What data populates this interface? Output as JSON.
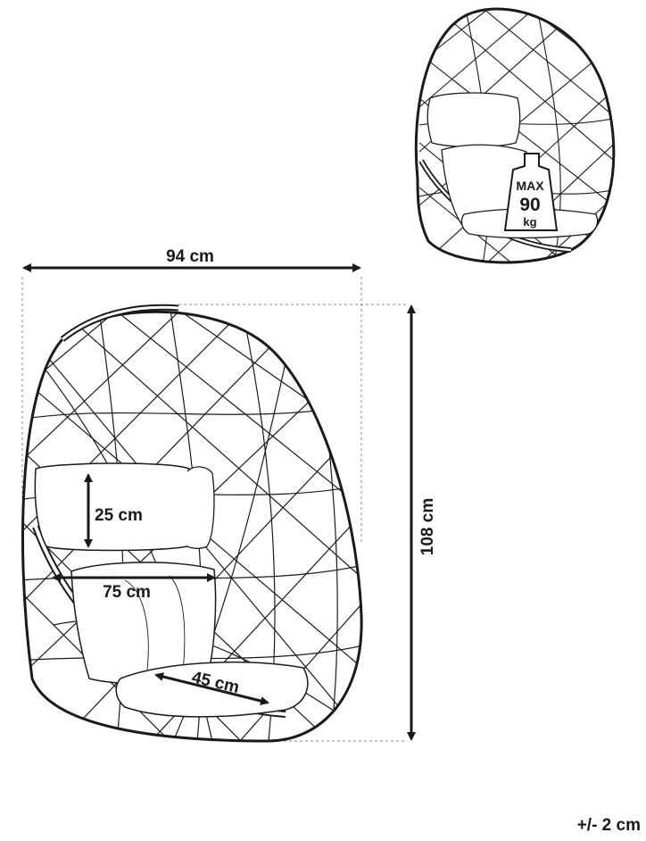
{
  "dimensions": {
    "width": "94 cm",
    "height": "108 cm",
    "cushion_height": "25 cm",
    "seat_width": "75 cm",
    "seat_depth": "45 cm"
  },
  "weight_badge": {
    "label": "MAX",
    "value": "90",
    "unit": "kg"
  },
  "tolerance": "+/- 2 cm",
  "icons": [
    "hanging-egg-chair-icon",
    "weight-icon"
  ],
  "colors": {
    "ink": "#1a1a1a",
    "guide": "#888888",
    "background": "#ffffff"
  }
}
